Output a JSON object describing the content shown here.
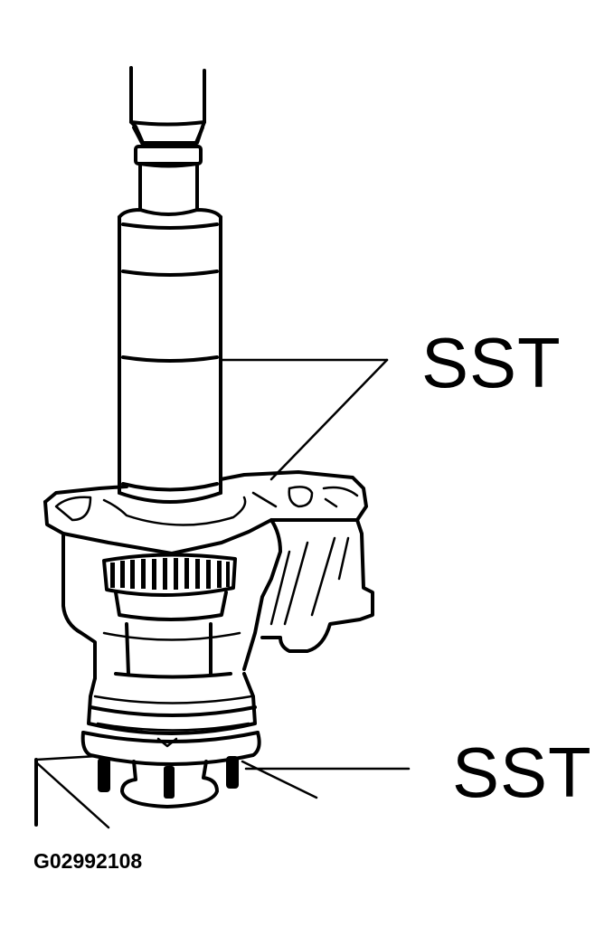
{
  "figure": {
    "code": "G02992108",
    "callouts": [
      {
        "label": "SST",
        "target": "upper press tool (column)"
      },
      {
        "label": "SST",
        "target": "lower support tool (base)"
      }
    ]
  },
  "colors": {
    "ink": "#000000",
    "paper": "#ffffff"
  }
}
